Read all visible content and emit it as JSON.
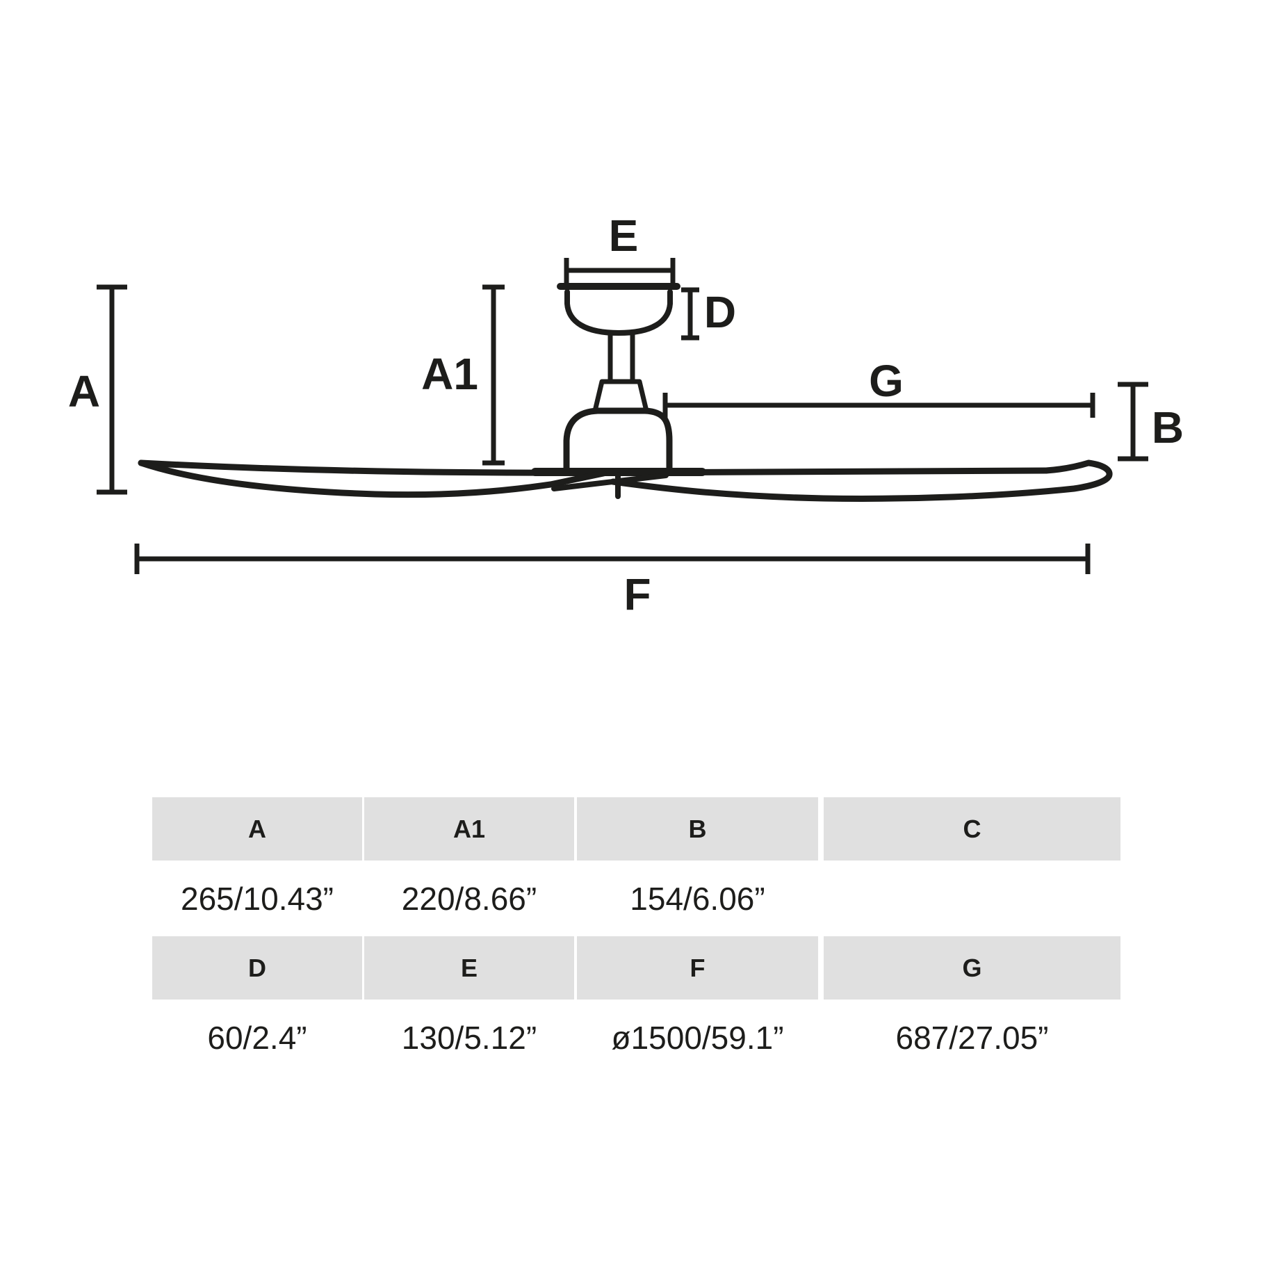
{
  "colors": {
    "ink": "#1d1d1b",
    "table_header_bg": "#e0e0e0",
    "background": "#ffffff"
  },
  "diagram": {
    "dimension_labels": {
      "a": "A",
      "a1": "A1",
      "e": "E",
      "d": "D",
      "g": "G",
      "b": "B",
      "f": "F"
    }
  },
  "table": {
    "rows": [
      {
        "headers": [
          "A",
          "A1",
          "B",
          "C"
        ],
        "values": [
          "265/10.43”",
          "220/8.66”",
          "154/6.06”",
          ""
        ]
      },
      {
        "headers": [
          "D",
          "E",
          "F",
          "G"
        ],
        "values": [
          "60/2.4”",
          "130/5.12”",
          "ø1500/59.1”",
          "687/27.05”"
        ]
      }
    ]
  }
}
